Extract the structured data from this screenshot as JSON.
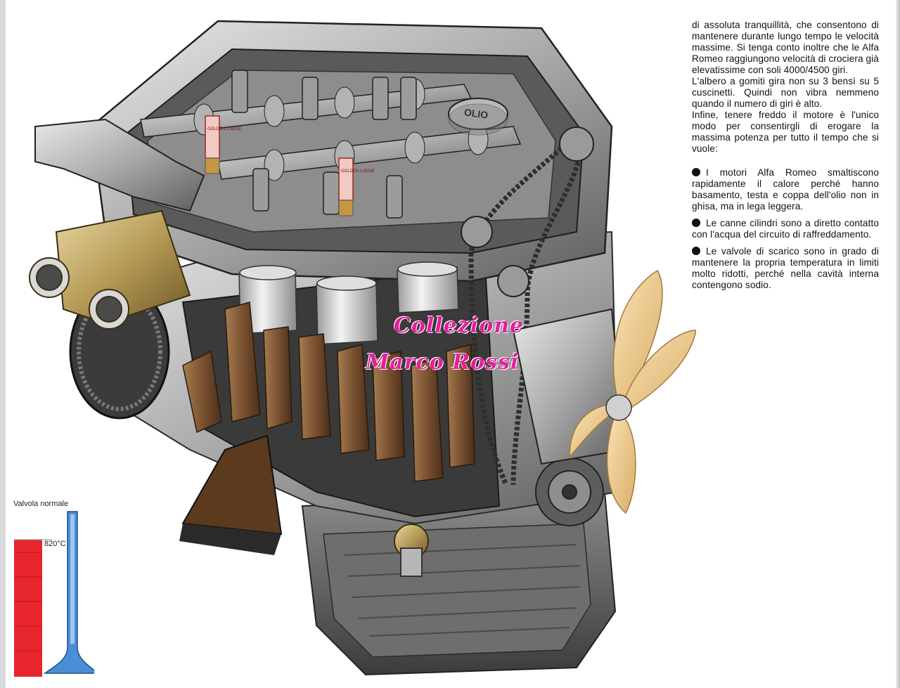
{
  "body_text": {
    "paragraphs": [
      "di assoluta tranquillità, che consentono di mantenere durante lungo tempo le velocità massime. Si tenga conto inoltre che le Alfa Romeo raggiungono velocità di crociera già elevatissime con soli 4000/4500 giri.",
      "L'albero a gomiti gira non su 3 bensì su 5 cuscinetti. Quindi non vibra nemmeno quando il numero di giri è alto.",
      "Infine, tenere freddo il motore è l'unico modo per consentirgli di erogare la massima potenza per tutto il tempo che si vuole:"
    ],
    "bullets": [
      "I motori Alfa Romeo smaltiscono rapidamente il calore perché hanno basamento, testa e coppa dell'olio non in ghisa, ma in lega leggera.",
      "Le canne cilindri sono a diretto contatto con l'acqua del circuito di raffreddamento.",
      "Le valvole di scarico sono in grado di mantenere la propria temperatura in limiti molto ridotti, perché nella cavità interna contengono sodio."
    ]
  },
  "illustration": {
    "oil_cap_label": "OLIO",
    "spark_plug_label_1": "GOLDEN LODGE",
    "spark_plug_label_2": "GOLDEN LODGE"
  },
  "watermark": {
    "line1": "Collezione",
    "line2": "Marco Rossi",
    "color": "#e0219c"
  },
  "valve_legend": {
    "label": "Valvola normale",
    "temperature": "820°C",
    "hot_color": "#e8262d",
    "valve_color": "#4a8fd6"
  }
}
